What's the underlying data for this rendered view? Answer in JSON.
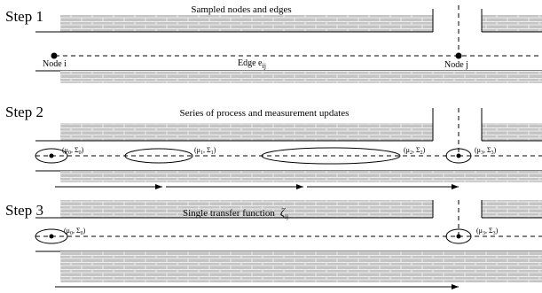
{
  "colors": {
    "ink": "#000000",
    "wall_fill": "#c4c4c4",
    "brick_line": "#eeeeee",
    "background": "#ffffff"
  },
  "step1": {
    "label": "Step 1",
    "title": "Sampled nodes and edges",
    "node_i": "Node i",
    "edge_main": "Edge e",
    "edge_sub": "ij",
    "node_j": "Node j"
  },
  "step2": {
    "label": "Step 2",
    "title": "Series of process and measurement updates",
    "states": [
      {
        "mu": "0",
        "sigma": "0"
      },
      {
        "mu": "1",
        "sigma": "1"
      },
      {
        "mu": "2",
        "sigma": "2"
      },
      {
        "mu": "3",
        "sigma": "3"
      }
    ]
  },
  "step3": {
    "label": "Step 3",
    "title_text": "Single transfer function",
    "zeta": "ζ",
    "zeta_sub": "ij",
    "states": [
      {
        "mu": "0",
        "sigma": "0"
      },
      {
        "mu": "3",
        "sigma": "3"
      }
    ]
  }
}
